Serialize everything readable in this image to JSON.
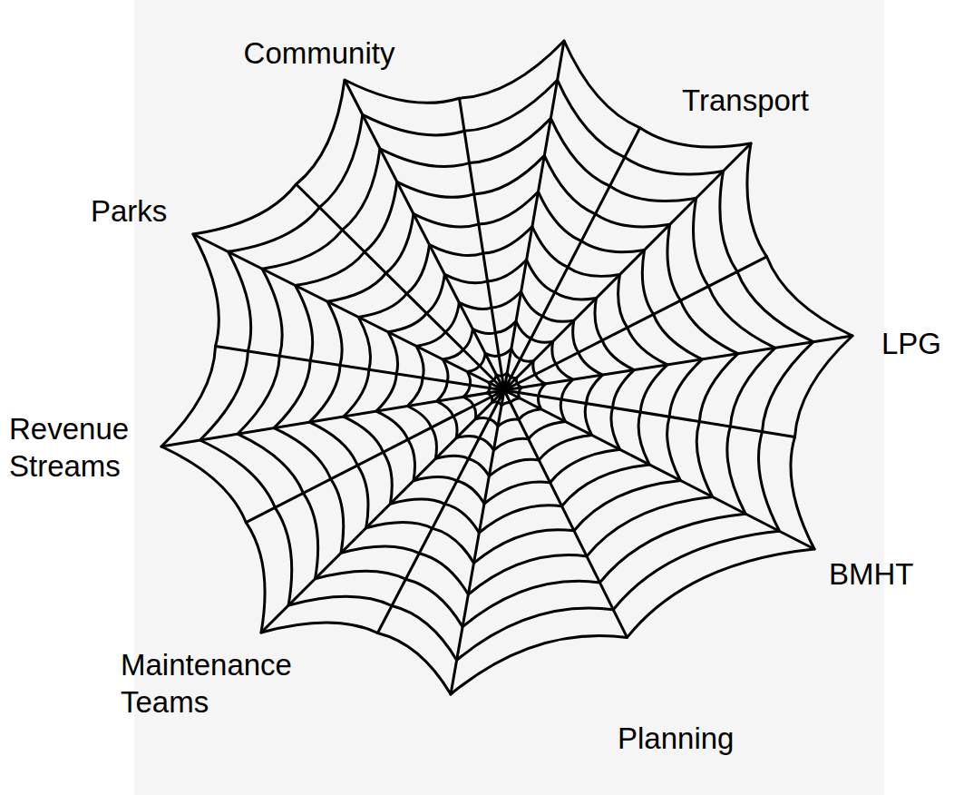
{
  "diagram": {
    "labels": [
      "Community",
      "Transport",
      "LPG",
      "BMHT",
      "Planning",
      "Maintenance Teams",
      "Revenue Streams",
      "Parks"
    ]
  }
}
